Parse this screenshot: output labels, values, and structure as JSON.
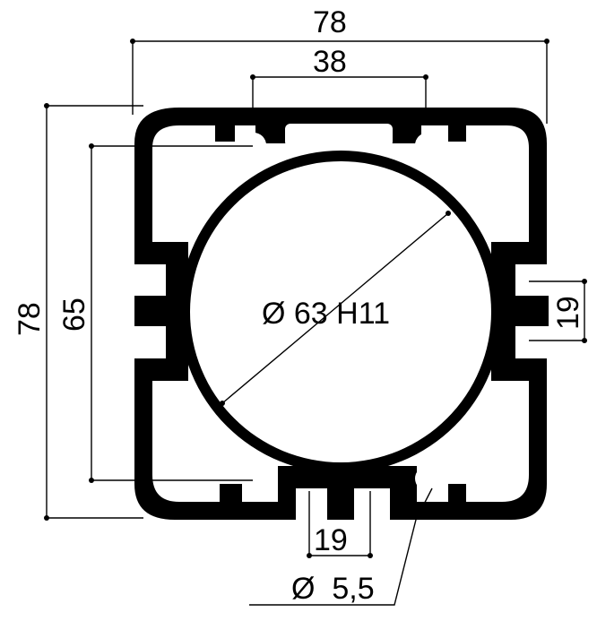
{
  "drawing": {
    "dimensions": {
      "overall_width": "78",
      "top_inner": "38",
      "overall_height": "78",
      "inner_height": "65",
      "right_slot": "19",
      "bottom_slot": "19",
      "bore": "Ø 63 H11",
      "hole": "Ø  5,5"
    },
    "colors": {
      "profile": "#000000",
      "background": "#ffffff"
    }
  }
}
